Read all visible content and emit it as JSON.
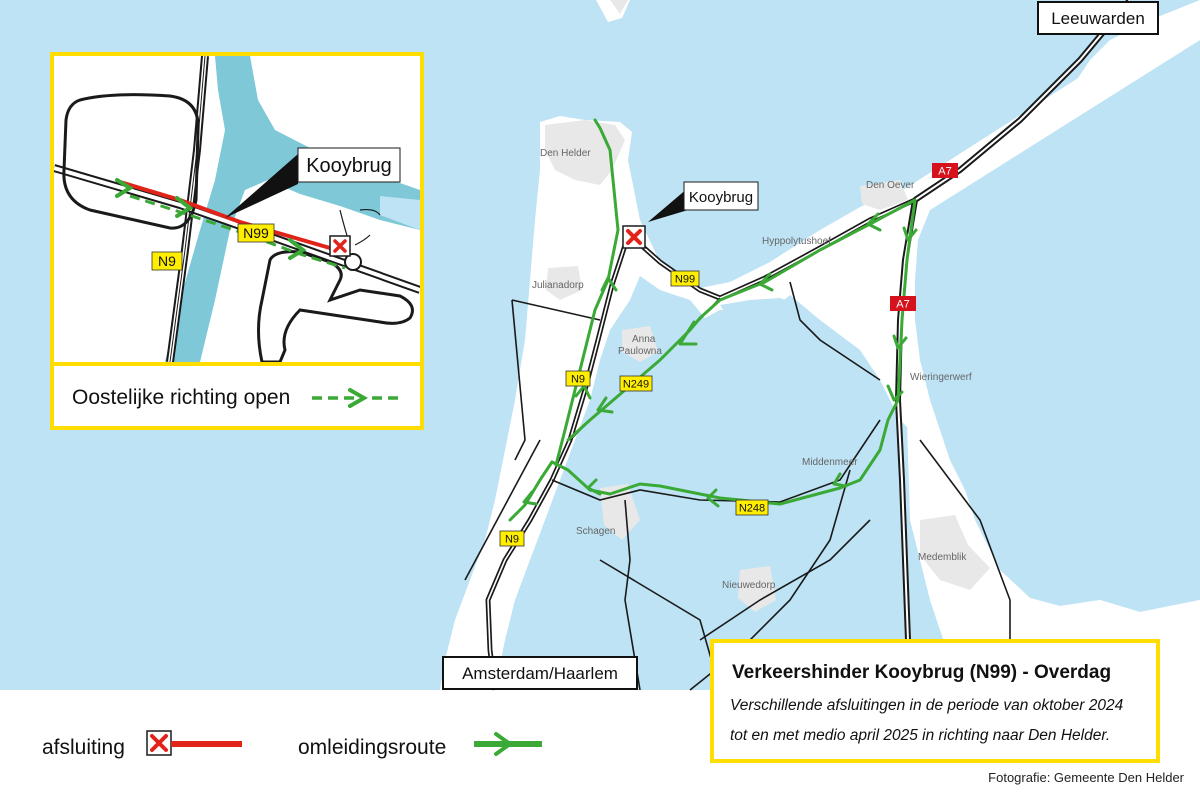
{
  "labels": {
    "leeuwarden": "Leeuwarden",
    "amsterdam": "Amsterdam/Haarlem",
    "kooybrug_main": "Kooybrug",
    "kooybrug_inset": "Kooybrug"
  },
  "places": {
    "den_helder": "Den Helder",
    "julianadorp": "Julianadorp",
    "anna_paulowna_1": "Anna",
    "anna_paulowna_2": "Paulowna",
    "den_oever": "Den Oever",
    "hippolytushoef": "Hyppolytushoef",
    "wieringerwerf": "Wieringerwerf",
    "middenmeer": "Middenmeer",
    "schagen": "Schagen",
    "medemblik": "Medemblik",
    "nieuwedorp": "Nieuwedorp"
  },
  "road_labels": {
    "n99_main": "N99",
    "n9_main_1": "N9",
    "n9_main_2": "N9",
    "n249": "N249",
    "n248": "N248",
    "a7_1": "A7",
    "a7_2": "A7",
    "n9_inset": "N9",
    "n99_inset": "N99"
  },
  "inset": {
    "caption": "Oostelijke richting open"
  },
  "legend": {
    "closure": "afsluiting",
    "detour": "omleidingsroute"
  },
  "infobox": {
    "title": "Verkeershinder Kooybrug (N99) - Overdag",
    "line1": "Verschillende afsluitingen in de periode van oktober 2024",
    "line2": "tot en met medio april 2025 in richting naar Den Helder."
  },
  "credit": "Fotografie: Gemeente Den Helder",
  "colors": {
    "water": "#bde3f5",
    "land": "#ffffff",
    "urban": "#e8e8e8",
    "road": "#1a1a1a",
    "detour": "#3aa935",
    "closure": "#e2231a",
    "frame_yellow": "#ffdd00",
    "road_badge_yellow": "#ffee00",
    "motorway_red": "#d6121d",
    "inset_water": "#7ec8d8"
  },
  "icons": [
    "closure-x-icon",
    "detour-arrow-icon"
  ]
}
